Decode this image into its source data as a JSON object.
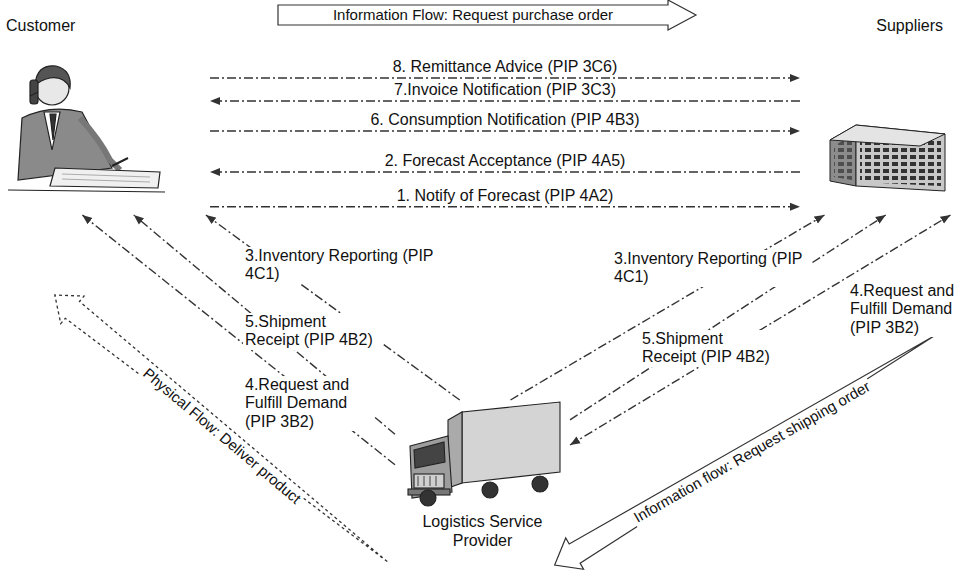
{
  "diagram": {
    "nodes": [
      {
        "text": [
          "Customer"
        ]
      },
      {
        "text": [
          "Suppliers"
        ]
      },
      {
        "text": [
          "Logistics Service Provider"
        ]
      }
    ],
    "edges": [
      {
        "from": 0,
        "to": 1,
        "label": "8. Remittance Advice (PIP 3C6)",
        "arrow": "to"
      },
      {
        "from": 1,
        "to": 0,
        "label": "7.Invoice Notification (PIP 3C3)",
        "arrow": "to"
      },
      {
        "from": 0,
        "to": 1,
        "label": "6. Consumption Notification (PIP 4B3)",
        "arrow": "to"
      },
      {
        "from": 1,
        "to": 0,
        "label": "2. Forecast Acceptance (PIP 4A5)",
        "arrow": "to"
      },
      {
        "from": 0,
        "to": 1,
        "label": "1. Notify of Forecast (PIP 4A2)",
        "arrow": "to"
      },
      {
        "from": 2,
        "to": 0,
        "label": "3.Inventory Reporting (PIP 4C1)",
        "arrow": "to"
      },
      {
        "from": 2,
        "to": 0,
        "label": "5.Shipment Receipt (PIP 4B2)",
        "arrow": "to"
      },
      {
        "from": 2,
        "to": 0,
        "label": "4.Request and Fulfill Demand (PIP 3B2)",
        "arrow": "to"
      },
      {
        "from": 2,
        "to": 1,
        "label": "3.Inventory Reporting (PIP 4C1)",
        "arrow": "to"
      },
      {
        "from": 2,
        "to": 1,
        "label": "5.Shipment Receipt (PIP 4B2)",
        "arrow": "to"
      },
      {
        "from": 2,
        "to": 1,
        "label": "4.Request and Fulfill Demand (PIP 3B2)",
        "arrow": "both"
      }
    ],
    "labels": [
      "Information Flow: Request purchase order",
      "Physical Flow: Deliver product",
      "Information flow: Request shipping order"
    ]
  }
}
